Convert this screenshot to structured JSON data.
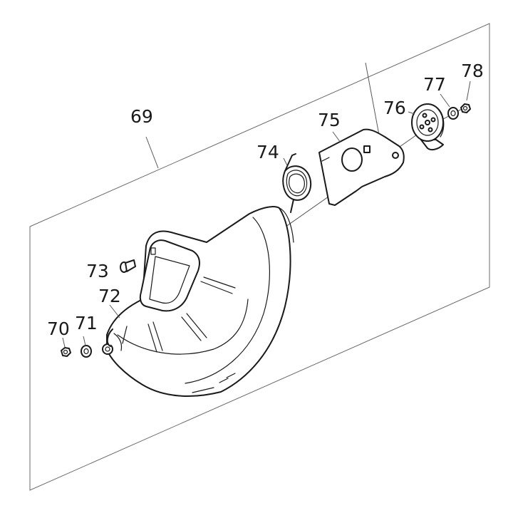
{
  "callouts": {
    "p69": "69",
    "p70": "70",
    "p71": "71",
    "p72": "72",
    "p73": "73",
    "p74": "74",
    "p75": "75",
    "p76": "76",
    "p77": "77",
    "p78": "78"
  },
  "colors": {
    "line": "#1a1a1a",
    "frame": "#6b6b6b",
    "background": "#ffffff"
  }
}
